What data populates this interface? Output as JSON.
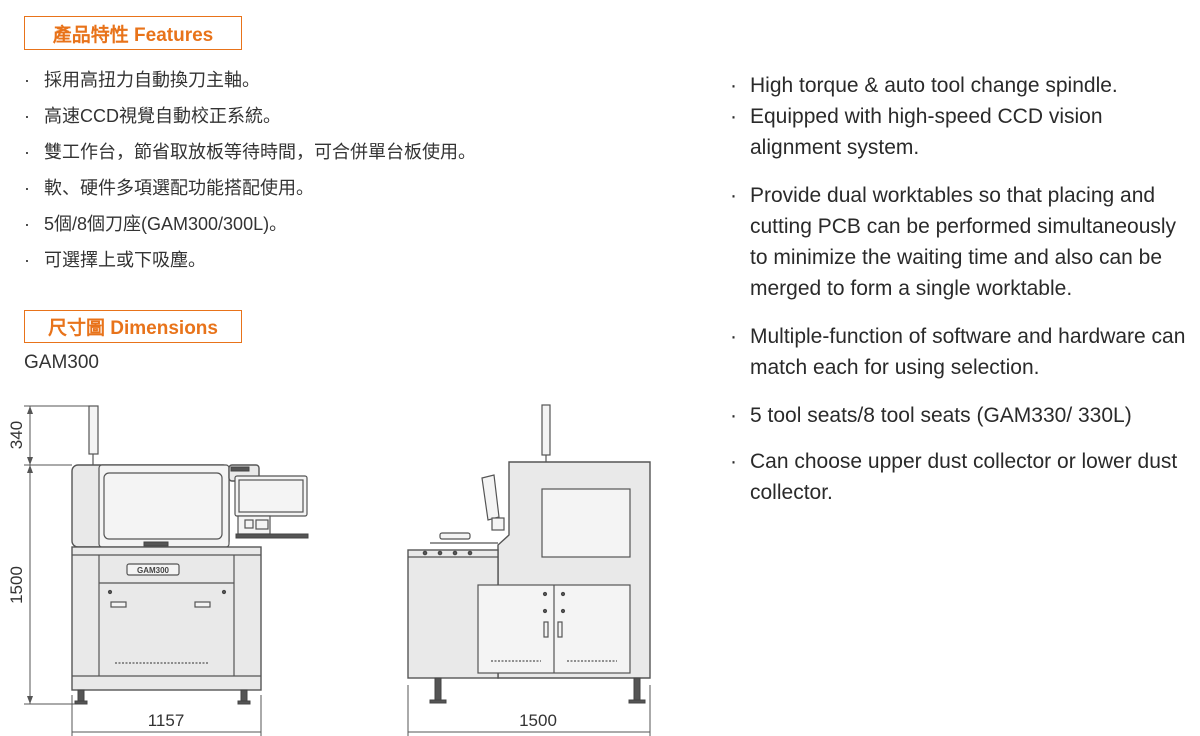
{
  "features": {
    "heading": "產品特性 Features",
    "zh_items": [
      "採用高扭力自動換刀主軸。",
      "高速CCD視覺自動校正系統。",
      "雙工作台，節省取放板等待時間，可合併單台板使用。",
      "軟、硬件多項選配功能搭配使用。",
      "5個/8個刀座(GAM300/300L)。",
      "可選擇上或下吸塵。"
    ],
    "en_items": [
      "High torque & auto tool change spindle.",
      "Equipped with high-speed CCD vision alignment system.",
      "Provide dual worktables so that placing and cutting PCB can be performed simultaneously to minimize the waiting time and also can be merged to form a single worktable.",
      "Multiple-function of software and hardware can match each for using selection.",
      "5 tool seats/8 tool seats (GAM330/ 330L)",
      "Can choose upper dust collector or lower dust collector."
    ],
    "bullet": "·"
  },
  "dimensions": {
    "heading": "尺寸圖 Dimensions",
    "model": "GAM300",
    "front_view": {
      "height_top": "340",
      "height_main": "1500",
      "width": "1157",
      "badge": "GAM300"
    },
    "side_view": {
      "width": "1500"
    }
  },
  "colors": {
    "accent": "#e8731a",
    "machine_fill": "#e9e9e9",
    "line": "#555555"
  }
}
